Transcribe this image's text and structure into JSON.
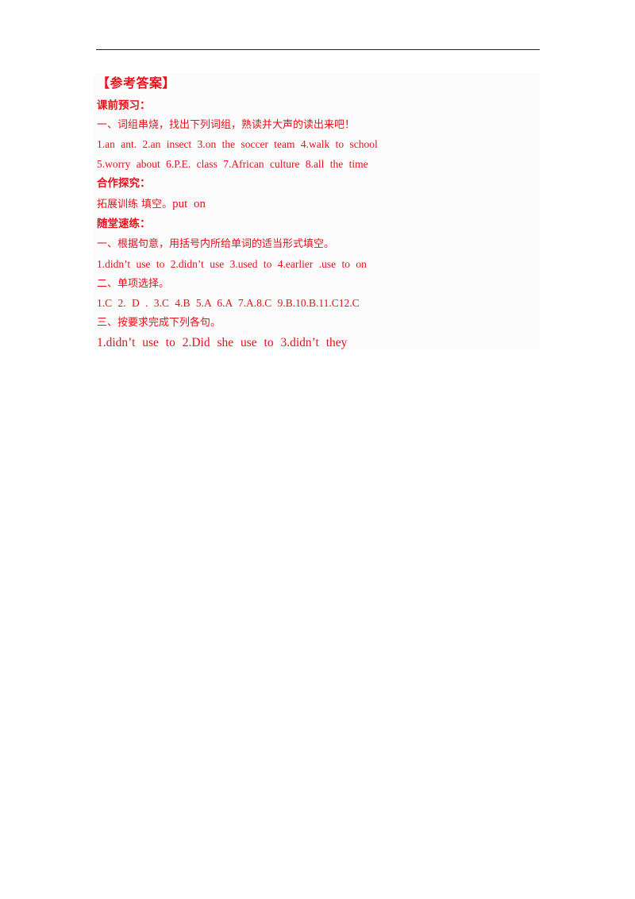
{
  "title": "【参考答案】",
  "preview": {
    "heading": "课前预习：",
    "instruction": "一、词组串烧，找出下列词组，熟读并大声的读出来吧！",
    "answers_line1": "1.an ant. 2.an insect 3.on the soccer team 4.walk to school",
    "answers_line2": "5.worry about 6.P.E. class 7.African culture 8.all the time"
  },
  "cooperation": {
    "heading": "合作探究：",
    "label": "拓展训练 填空。",
    "answer": "put on"
  },
  "practice": {
    "heading": "随堂速练：",
    "part1_instruction": "一、根据句意，用括号内所给单词的适当形式填空。",
    "part1_answers": "1.didn’t use to 2.didn’t use 3.used to 4.earlier .use to on",
    "part2_instruction": "二、单项选择。",
    "part2_answers": "1.C 2. D . 3.C 4.B 5.A 6.A 7.A.8.C 9.B.10.B.11.C12.C",
    "part3_instruction": "三、按要求完成下列各句。",
    "part3_answers": "1.didn’t use to 2.Did she use to 3.didn’t they"
  }
}
